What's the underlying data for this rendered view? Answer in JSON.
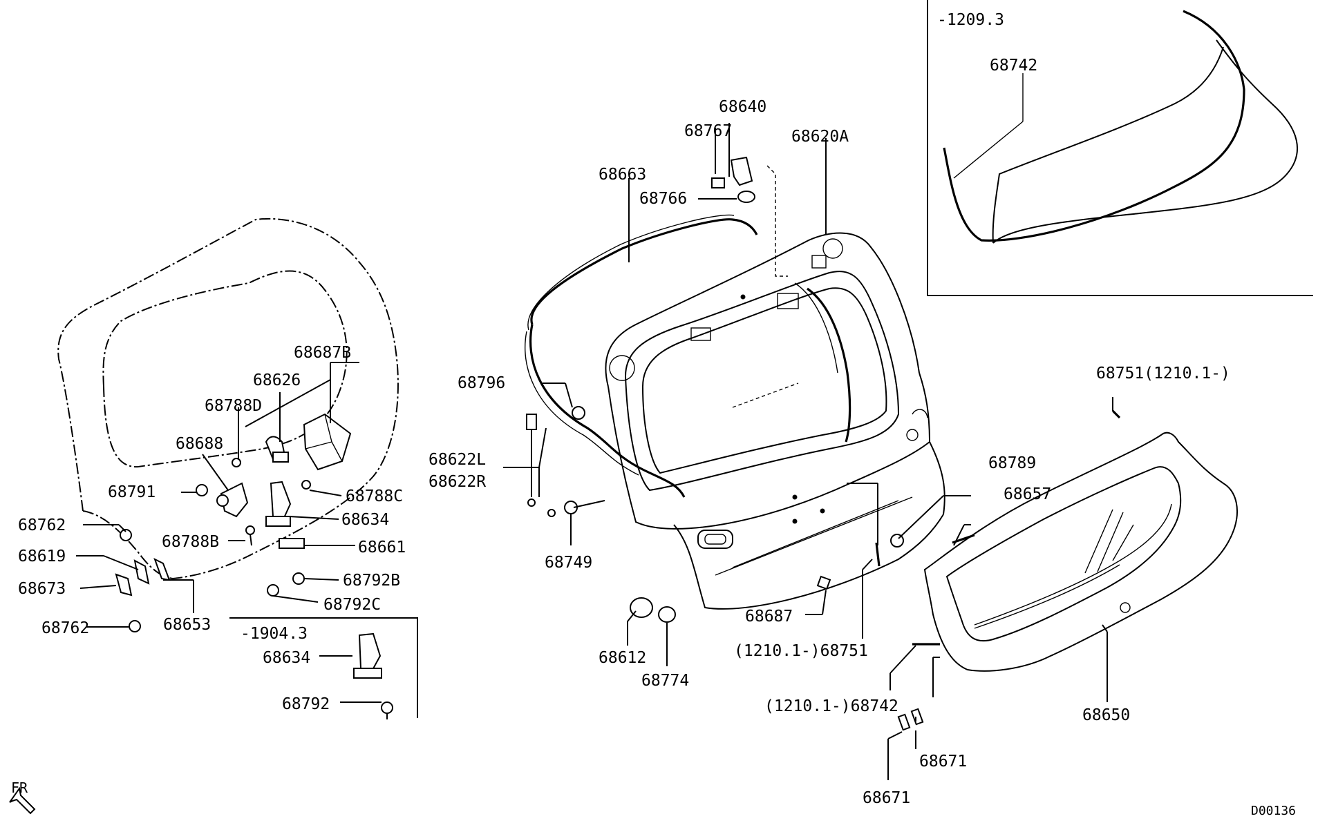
{
  "labels": {
    "l68742_inset": "68742",
    "inset_note": "-1209.3",
    "l68640": "68640",
    "l68767": "68767",
    "l68620A": "68620A",
    "l68663": "68663",
    "l68766": "68766",
    "l68687B": "68687B",
    "l68626": "68626",
    "l68788D": "68788D",
    "l68688": "68688",
    "l68788C": "68788C",
    "l68791": "68791",
    "l68634": "68634",
    "l68762a": "68762",
    "l68788B": "68788B",
    "l68661": "68661",
    "l68619": "68619",
    "l68792B": "68792B",
    "l68673": "68673",
    "l68792C": "68792C",
    "l68762b": "68762",
    "l68653": "68653",
    "note_19043": "-1904.3",
    "l68634b": "68634",
    "l68792": "68792",
    "l68796": "68796",
    "l68622L": "68622L",
    "l68622R": "68622R",
    "l68749": "68749",
    "l68751_top": "68751(1210.1-)",
    "l68789": "68789",
    "l68657": "68657",
    "l68687": "68687",
    "l68751_mid": "(1210.1-)68751",
    "l68612": "68612",
    "l68774": "68774",
    "l68742_low": "(1210.1-)68742",
    "l68650": "68650",
    "l68671a": "68671",
    "l68671b": "68671",
    "fr": "FR",
    "code": "D00136"
  }
}
